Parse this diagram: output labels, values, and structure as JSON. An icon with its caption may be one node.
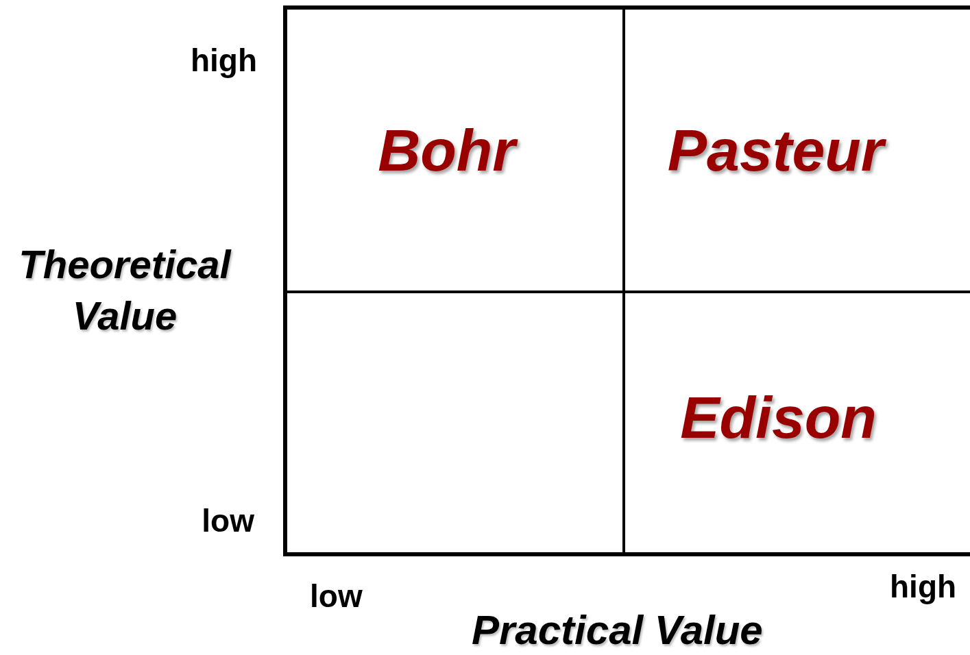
{
  "diagram": {
    "nodes": [
      {
        "text": [
          "Bohr"
        ]
      },
      {
        "text": [
          "Pasteur"
        ]
      },
      {
        "text": [],
        "shape": "box"
      },
      {
        "text": [
          "Edison"
        ]
      }
    ],
    "labels": [
      "high",
      "Theoretical Value",
      "low",
      "low",
      "high",
      "Practical Value"
    ]
  }
}
